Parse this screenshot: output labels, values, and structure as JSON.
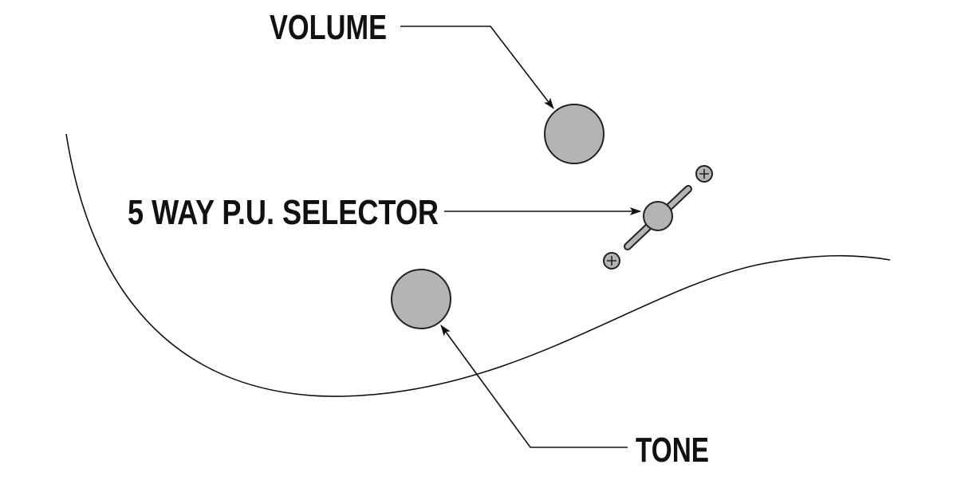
{
  "labels": {
    "volume": "VOLUME",
    "selector": "5 WAY P.U. SELECTOR",
    "tone": "TONE"
  },
  "colors": {
    "knob_fill": "#b4b4b4",
    "line": "#111111"
  }
}
